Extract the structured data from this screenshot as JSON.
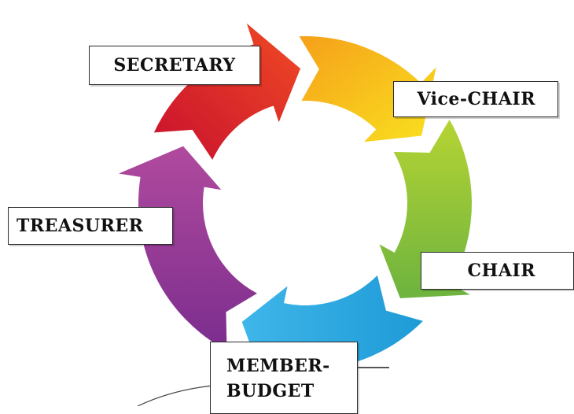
{
  "roles": {
    "secretary": "SECRETARY",
    "vice_chair": "Vice-CHAIR",
    "chair": "CHAIR",
    "member_budget_line1": "MEMBER-",
    "member_budget_line2": "BUDGET",
    "treasurer": "TREASURER"
  },
  "colors": {
    "red": "#e8352a",
    "orange": "#f7a21b",
    "yellow": "#f8d21c",
    "green": "#8cc63e",
    "blue": "#2aaae2",
    "purple": "#9c3f98"
  }
}
